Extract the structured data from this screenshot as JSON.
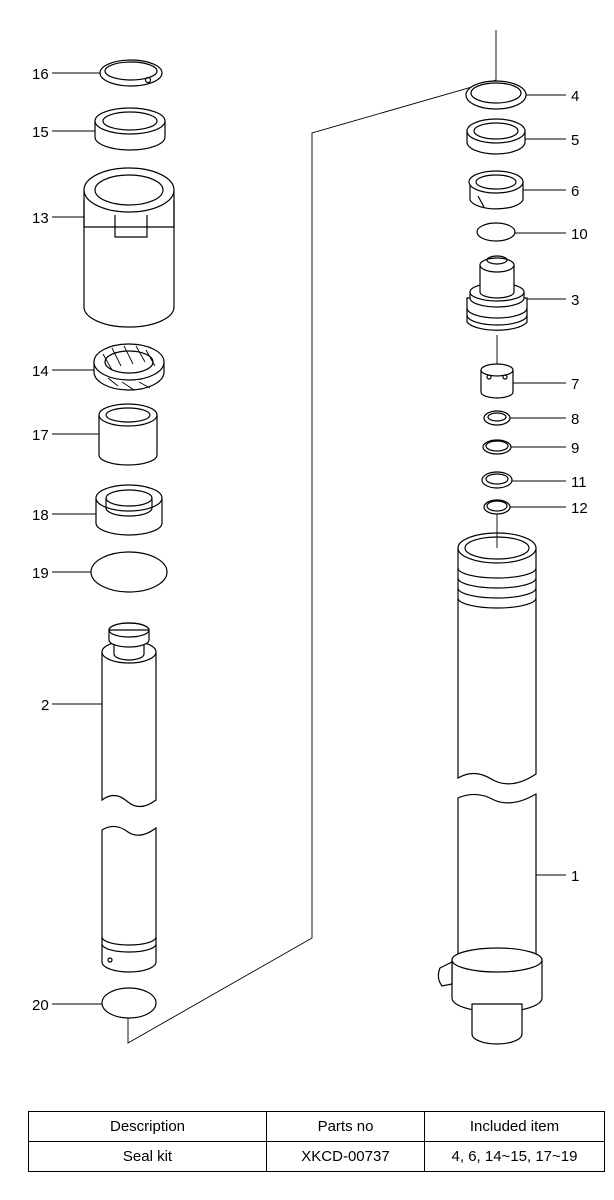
{
  "callouts": [
    {
      "id": "16",
      "label": "16"
    },
    {
      "id": "15",
      "label": "15"
    },
    {
      "id": "13",
      "label": "13"
    },
    {
      "id": "14",
      "label": "14"
    },
    {
      "id": "17",
      "label": "17"
    },
    {
      "id": "18",
      "label": "18"
    },
    {
      "id": "19",
      "label": "19"
    },
    {
      "id": "2",
      "label": "2"
    },
    {
      "id": "20",
      "label": "20"
    },
    {
      "id": "4",
      "label": "4"
    },
    {
      "id": "5",
      "label": "5"
    },
    {
      "id": "6",
      "label": "6"
    },
    {
      "id": "10",
      "label": "10"
    },
    {
      "id": "3",
      "label": "3"
    },
    {
      "id": "7",
      "label": "7"
    },
    {
      "id": "8",
      "label": "8"
    },
    {
      "id": "9",
      "label": "9"
    },
    {
      "id": "11",
      "label": "11"
    },
    {
      "id": "12",
      "label": "12"
    },
    {
      "id": "1",
      "label": "1"
    }
  ],
  "table": {
    "headers": [
      "Description",
      "Parts no",
      "Included item"
    ],
    "rows": [
      [
        "Seal kit",
        "XKCD-00737",
        "4, 6, 14~15, 17~19"
      ]
    ]
  }
}
